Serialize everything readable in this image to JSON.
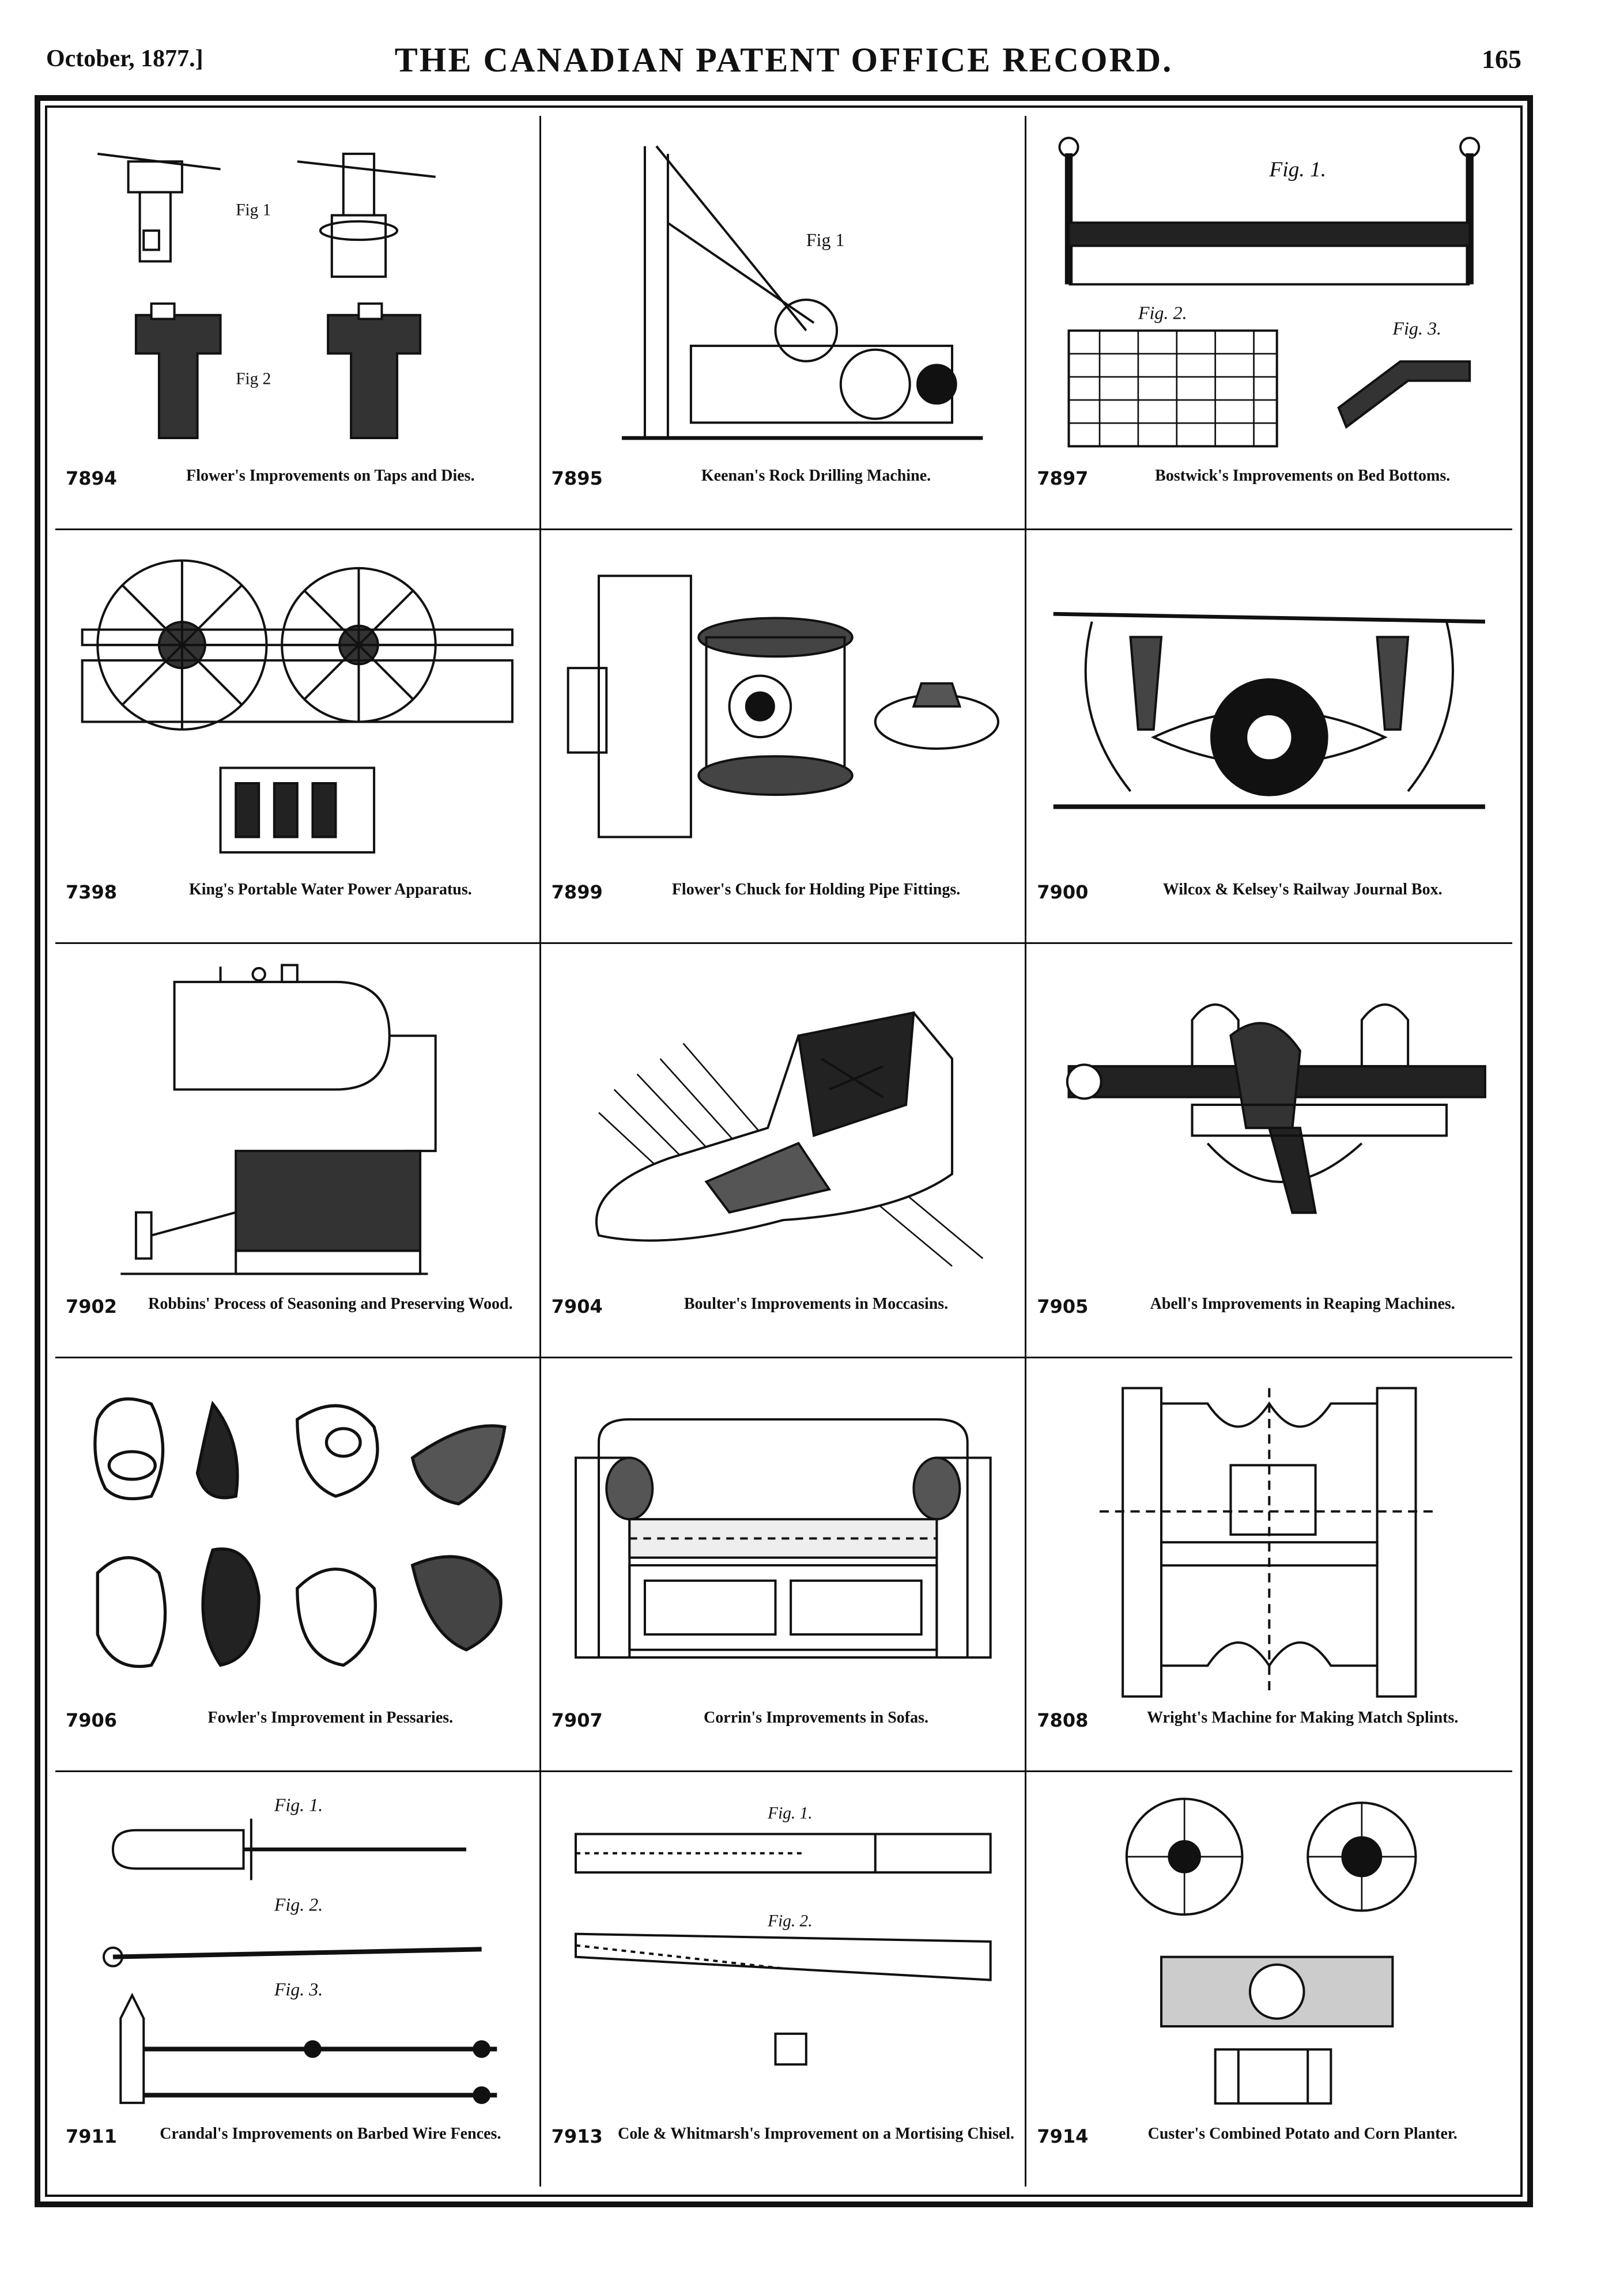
{
  "header": {
    "date": "October, 1877.]",
    "title": "THE CANADIAN PATENT OFFICE RECORD.",
    "page_number": "165"
  },
  "patents": [
    {
      "number": "7894",
      "title": "Flower's Improvements on Taps and Dies.",
      "figure": "taps-dies-drawing"
    },
    {
      "number": "7895",
      "title": "Keenan's Rock Drilling Machine.",
      "figure": "rock-drill-drawing"
    },
    {
      "number": "7897",
      "title": "Bostwick's Improvements on Bed Bottoms.",
      "figure": "bed-bottom-drawing"
    },
    {
      "number": "7398",
      "title": "King's Portable Water Power Apparatus.",
      "figure": "water-power-drawing"
    },
    {
      "number": "7899",
      "title": "Flower's Chuck for Holding Pipe Fittings.",
      "figure": "pipe-chuck-drawing"
    },
    {
      "number": "7900",
      "title": "Wilcox & Kelsey's Railway Journal Box.",
      "figure": "journal-box-drawing"
    },
    {
      "number": "7902",
      "title": "Robbins' Process of Seasoning and Preserving Wood.",
      "figure": "wood-seasoning-drawing"
    },
    {
      "number": "7904",
      "title": "Boulter's Improvements in Moccasins.",
      "figure": "moccasin-drawing"
    },
    {
      "number": "7905",
      "title": "Abell's Improvements in Reaping Machines.",
      "figure": "reaper-drawing"
    },
    {
      "number": "7906",
      "title": "Fowler's Improvement in Pessaries.",
      "figure": "pessaries-drawing"
    },
    {
      "number": "7907",
      "title": "Corrin's Improvements in Sofas.",
      "figure": "sofa-drawing"
    },
    {
      "number": "7808",
      "title": "Wright's Machine for Making Match Splints.",
      "figure": "match-splint-drawing"
    },
    {
      "number": "7911",
      "title": "Crandal's Improvements on Barbed Wire Fences.",
      "figure": "barbed-wire-drawing"
    },
    {
      "number": "7913",
      "title": "Cole & Whitmarsh's Improvement on a Mortising Chisel.",
      "figure": "mortising-chisel-drawing"
    },
    {
      "number": "7914",
      "title": "Custer's Combined Potato and Corn Planter.",
      "figure": "planter-drawing"
    }
  ],
  "figure_labels": {
    "fig1": "Fig. 1.",
    "fig2": "Fig. 2.",
    "fig3": "Fig. 3."
  }
}
